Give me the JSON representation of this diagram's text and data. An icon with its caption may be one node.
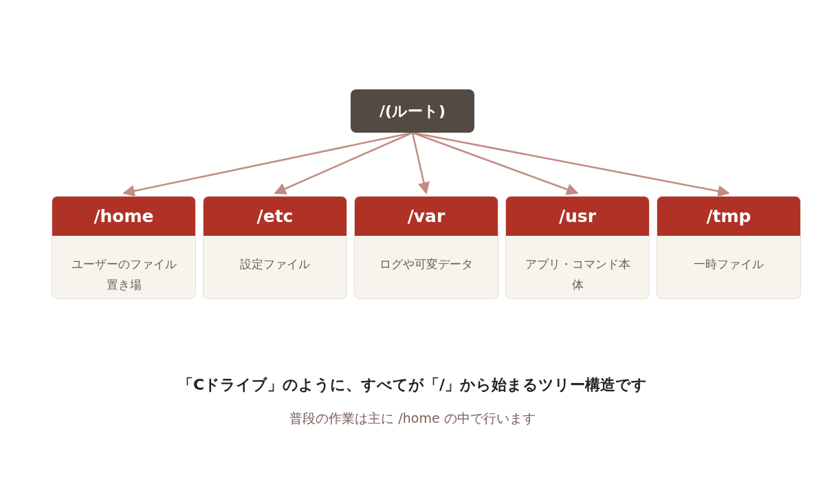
{
  "diagram": {
    "nodes": [
      {
        "text": [
          "/(ルート)"
        ]
      },
      {
        "text": [
          "/home",
          "ユーザーのファイル置き場"
        ]
      },
      {
        "text": [
          "/etc",
          "設定ファイル"
        ]
      },
      {
        "text": [
          "/var",
          "ログや可変データ"
        ]
      },
      {
        "text": [
          "/usr",
          "アプリ・コマンド本体"
        ]
      },
      {
        "text": [
          "/tmp",
          "一時ファイル"
        ]
      }
    ],
    "edges": [
      {
        "from": 0,
        "to": 1,
        "arrow": "to"
      },
      {
        "from": 0,
        "to": 2,
        "arrow": "to"
      },
      {
        "from": 0,
        "to": 3,
        "arrow": "to"
      },
      {
        "from": 0,
        "to": 4,
        "arrow": "to"
      },
      {
        "from": 0,
        "to": 5,
        "arrow": "to"
      }
    ],
    "labels": [
      "「Cドライブ」のように、すべてが「/」から始まるツリー構造です",
      "普段の作業は主に /home の中で行います"
    ]
  }
}
